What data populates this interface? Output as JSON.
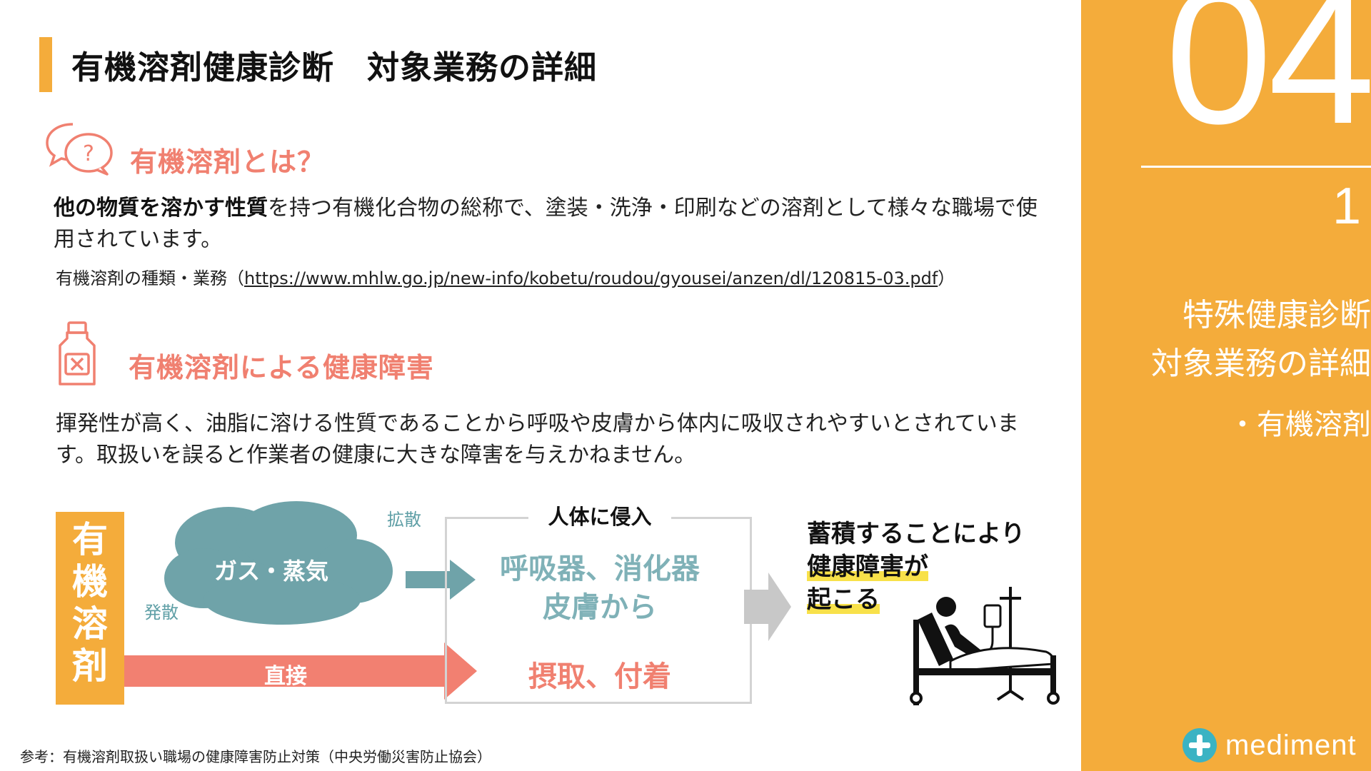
{
  "header": {
    "title": "有機溶剤健康診断　対象業務の詳細"
  },
  "section1": {
    "heading": "有機溶剤とは？",
    "body_bold": "他の物質を溶かす性質",
    "body_rest": "を持つ有機化合物の総称で、塗装・洗浄・印刷などの溶剤として様々な職場で使用されています。",
    "ref_label": "有機溶剤の種類・業務（",
    "ref_link": "https://www.mhlw.go.jp/new-info/kobetu/roudou/gyousei/anzen/dl/120815-03.pdf",
    "ref_close": "）"
  },
  "section2": {
    "heading": "有機溶剤による健康障害",
    "body": "揮発性が高く、油脂に溶ける性質であることから呼吸や皮膚から体内に吸収されやすいとされています。取扱いを誤ると作業者の健康に大きな障害を与えかねません。"
  },
  "diagram": {
    "source_label": "有機溶剤",
    "vapor_label": "ガス・蒸気",
    "diffuse_label": "拡散",
    "emit_label": "発散",
    "direct_label": "直接",
    "body_box_title": "人体に侵入",
    "respiratory_line1": "呼吸器、消化器",
    "respiratory_line2": "皮膚から",
    "ingestion": "摂取、付着",
    "accum_line1": "蓄積することにより",
    "accum_line2": "健康障害が",
    "accum_line3": "起こる"
  },
  "footnote": "参考：有機溶剤取扱い職場の健康障害防止対策（中央労働災害防止協会）",
  "sidebar": {
    "chapter": "04",
    "section": "1",
    "title_line1": "特殊健康診断",
    "title_line2": "対象業務の詳細",
    "subtitle": "・有機溶剤",
    "logo": "mediment"
  },
  "colors": {
    "accent": "#f4ac3b",
    "salmon": "#f08070",
    "teal": "#6fa3a9"
  }
}
